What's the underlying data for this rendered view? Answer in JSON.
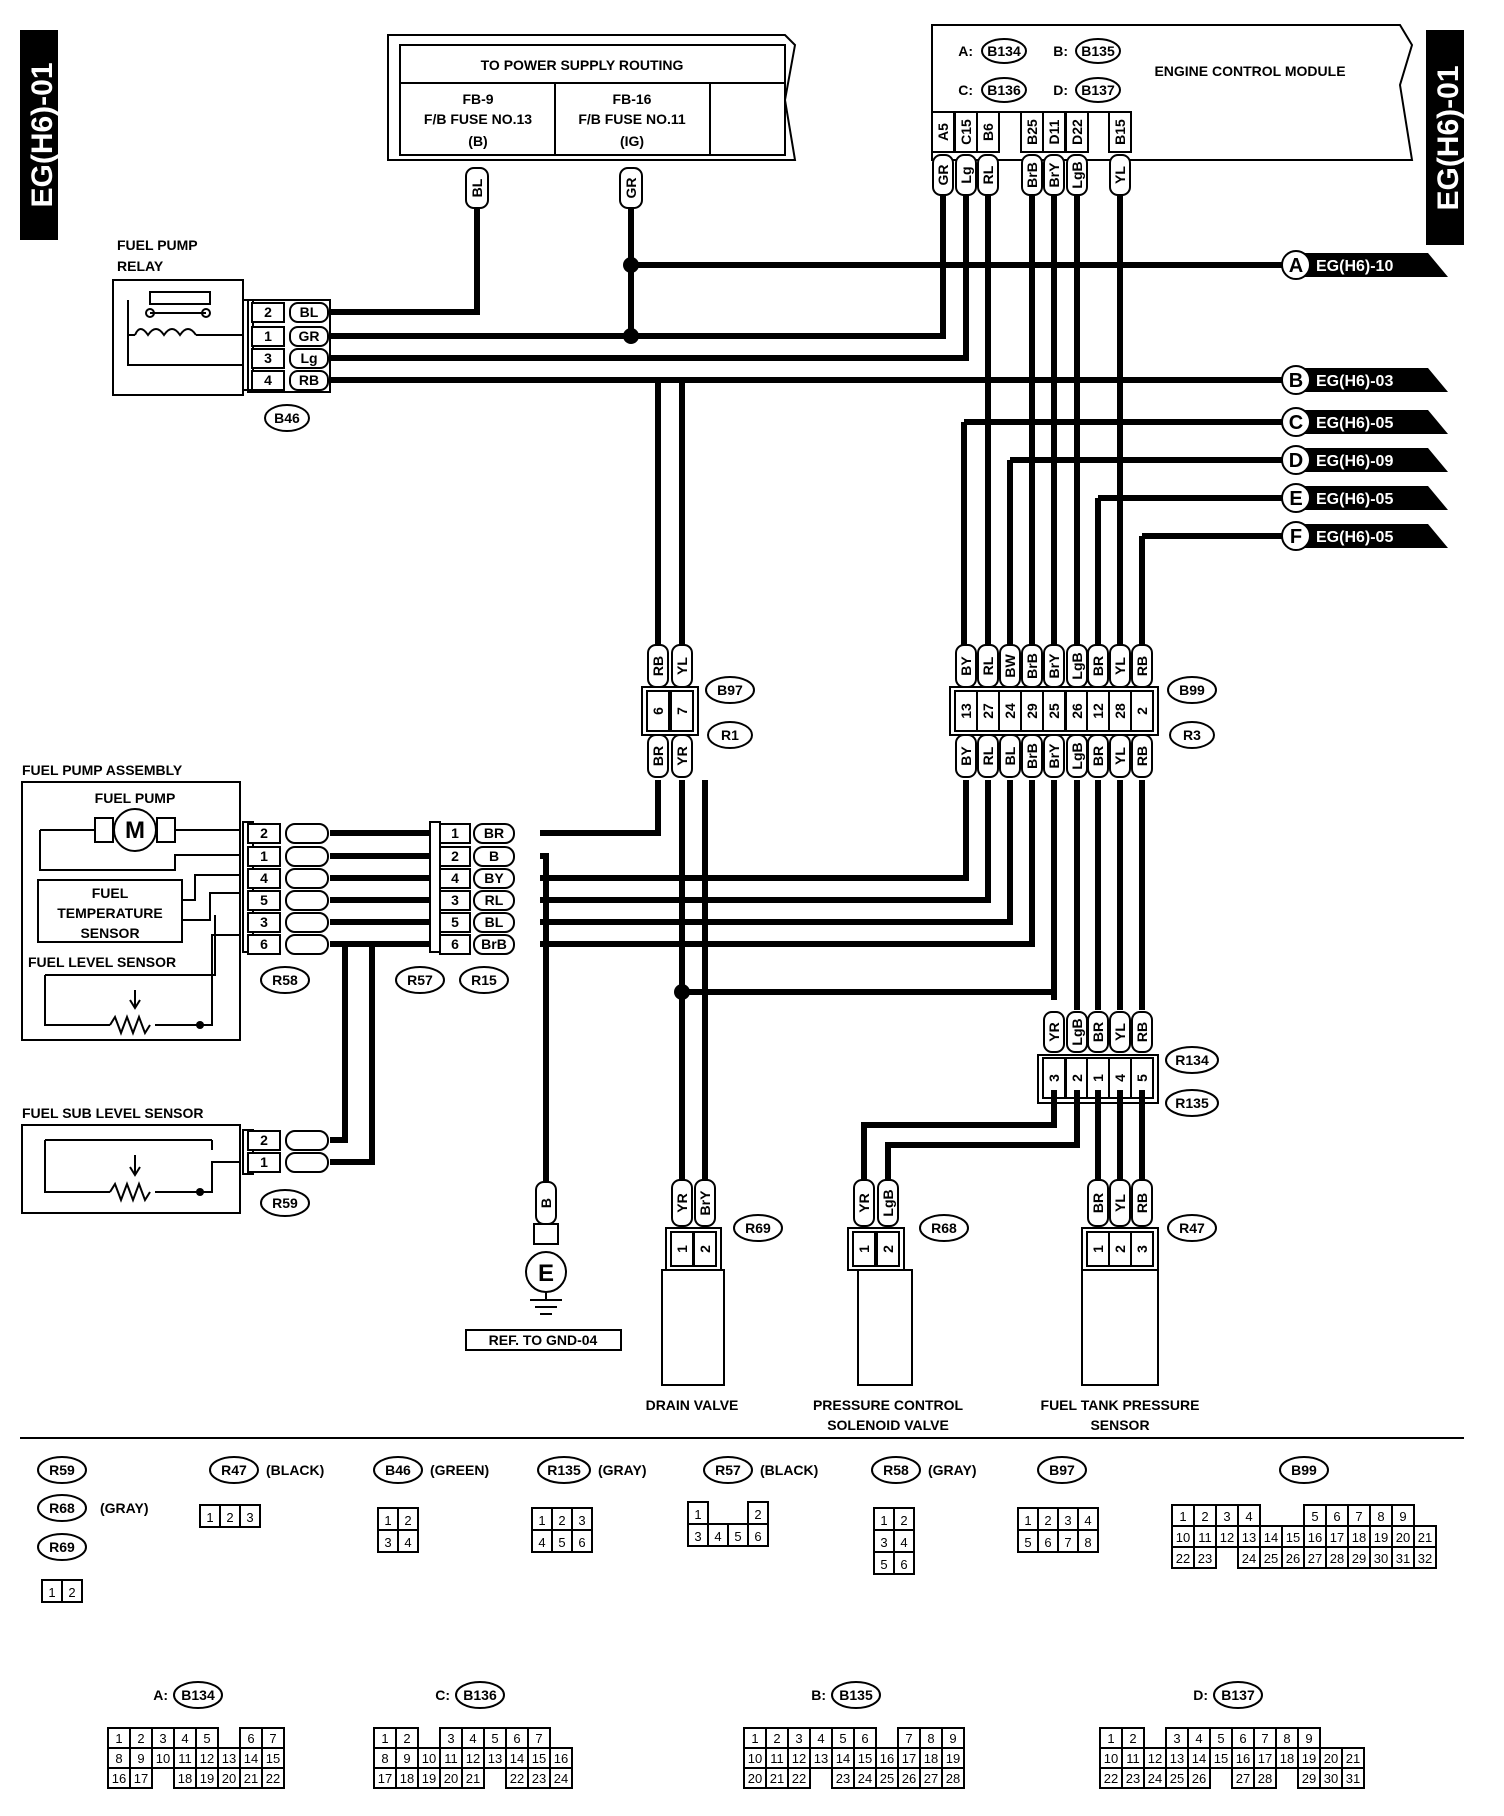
{
  "page_tag_left": "EG(H6)-01",
  "page_tag_right": "EG(H6)-01",
  "power": {
    "title": "TO POWER SUPPLY ROUTING",
    "fuse1": [
      "FB-9",
      "F/B FUSE NO.13",
      "(B)"
    ],
    "fuse2": [
      "FB-16",
      "F/B FUSE NO.11",
      "(IG)"
    ],
    "wire1": "BL",
    "wire2": "GR"
  },
  "ecm": {
    "title": "ENGINE CONTROL MODULE",
    "codes": [
      "A:",
      "B134",
      "B:",
      "B135",
      "C:",
      "B136",
      "D:",
      "B137"
    ],
    "pins": [
      "A5",
      "C15",
      "B6",
      "B25",
      "D11",
      "D22",
      "B15"
    ],
    "wires": [
      "GR",
      "Lg",
      "RL",
      "BrB",
      "BrY",
      "LgB",
      "YL"
    ]
  },
  "refs": [
    {
      "letter": "A",
      "page": "EG(H6)-10"
    },
    {
      "letter": "B",
      "page": "EG(H6)-03"
    },
    {
      "letter": "C",
      "page": "EG(H6)-05"
    },
    {
      "letter": "D",
      "page": "EG(H6)-09"
    },
    {
      "letter": "E",
      "page": "EG(H6)-05"
    },
    {
      "letter": "F",
      "page": "EG(H6)-05"
    }
  ],
  "relay": {
    "title1": "FUEL PUMP",
    "title2": "RELAY",
    "pins": [
      "2",
      "1",
      "3",
      "4"
    ],
    "wires": [
      "BL",
      "GR",
      "Lg",
      "RB"
    ],
    "connector": "B46"
  },
  "b97": {
    "top": [
      "RB",
      "YL"
    ],
    "pins": [
      "6",
      "7"
    ],
    "bottom": [
      "BR",
      "YR"
    ],
    "conn1": "B97",
    "conn2": "R1"
  },
  "b99": {
    "top": [
      "BY",
      "RL",
      "BW",
      "BrB",
      "BrY",
      "LgB",
      "BR",
      "YL",
      "RB"
    ],
    "pins": [
      "13",
      "27",
      "24",
      "29",
      "25",
      "26",
      "12",
      "28",
      "2"
    ],
    "bottom": [
      "BY",
      "RL",
      "BL",
      "BrB",
      "BrY",
      "LgB",
      "BR",
      "YL",
      "RB"
    ],
    "conn1": "B99",
    "conn2": "R3"
  },
  "fpa": {
    "title": "FUEL PUMP ASSEMBLY",
    "pump": "FUEL PUMP",
    "motor": "M",
    "temp": [
      "FUEL",
      "TEMPERATURE",
      "SENSOR"
    ],
    "level": "FUEL LEVEL SENSOR",
    "pins": [
      "2",
      "1",
      "4",
      "5",
      "3",
      "6"
    ],
    "connector": "R58"
  },
  "r57": {
    "pins": [
      "1",
      "2",
      "4",
      "3",
      "5",
      "6"
    ],
    "wires": [
      "BR",
      "B",
      "BY",
      "RL",
      "BL",
      "BrB"
    ],
    "conn1": "R57",
    "conn2": "R15"
  },
  "sub": {
    "title": "FUEL SUB LEVEL SENSOR",
    "pins": [
      "2",
      "1"
    ],
    "connector": "R59"
  },
  "ground": {
    "wire": "B",
    "symbol": "E",
    "ref": "REF. TO GND-04"
  },
  "r134": {
    "wires": [
      "YR",
      "LgB",
      "BR",
      "YL",
      "RB"
    ],
    "pins": [
      "3",
      "2",
      "1",
      "4",
      "5"
    ],
    "conn1": "R134",
    "conn2": "R135"
  },
  "drain": {
    "wires": [
      "YR",
      "BrY"
    ],
    "pins": [
      "1",
      "2"
    ],
    "connector": "R69",
    "label": "DRAIN VALVE"
  },
  "pcsv": {
    "wires": [
      "YR",
      "LgB"
    ],
    "pins": [
      "1",
      "2"
    ],
    "connector": "R68",
    "label1": "PRESSURE CONTROL",
    "label2": "SOLENOID VALVE"
  },
  "ftps": {
    "wires": [
      "BR",
      "YL",
      "RB"
    ],
    "pins": [
      "1",
      "2",
      "3"
    ],
    "connector": "R47",
    "label1": "FUEL TANK PRESSURE",
    "label2": "SENSOR"
  },
  "legend": {
    "r59": "R59",
    "r68": "R68",
    "gray1": "(GRAY)",
    "r69": "R69",
    "r47": "R47",
    "r47c": "(BLACK)",
    "b46": "B46",
    "b46c": "(GREEN)",
    "r135": "R135",
    "r135c": "(GRAY)",
    "r57": "R57",
    "r57c": "(BLACK)",
    "r58": "R58",
    "r58c": "(GRAY)",
    "b97": "B97",
    "b99": "B99",
    "a": "A:",
    "a_code": "B134",
    "c": "C:",
    "c_code": "B136",
    "b": "B:",
    "b_code": "B135",
    "d": "D:",
    "d_code": "B137"
  }
}
